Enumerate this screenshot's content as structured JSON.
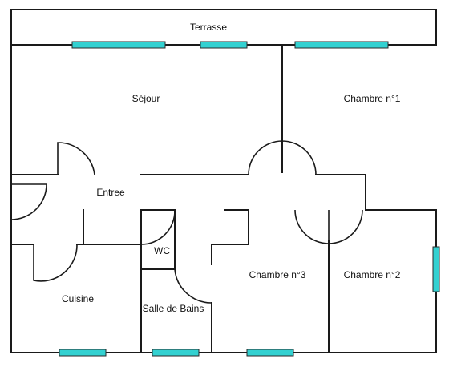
{
  "colors": {
    "walls": "#1a1a1a",
    "windows": "#33d1d1",
    "background": "#ffffff"
  },
  "rooms": {
    "terrasse": "Terrasse",
    "sejour": "Séjour",
    "chambre1": "Chambre n°1",
    "entree": "Entree",
    "wc": "WC",
    "cuisine": "Cuisine",
    "salle_de_bains": "Salle de Bains",
    "chambre3": "Chambre n°3",
    "chambre2": "Chambre n°2"
  }
}
